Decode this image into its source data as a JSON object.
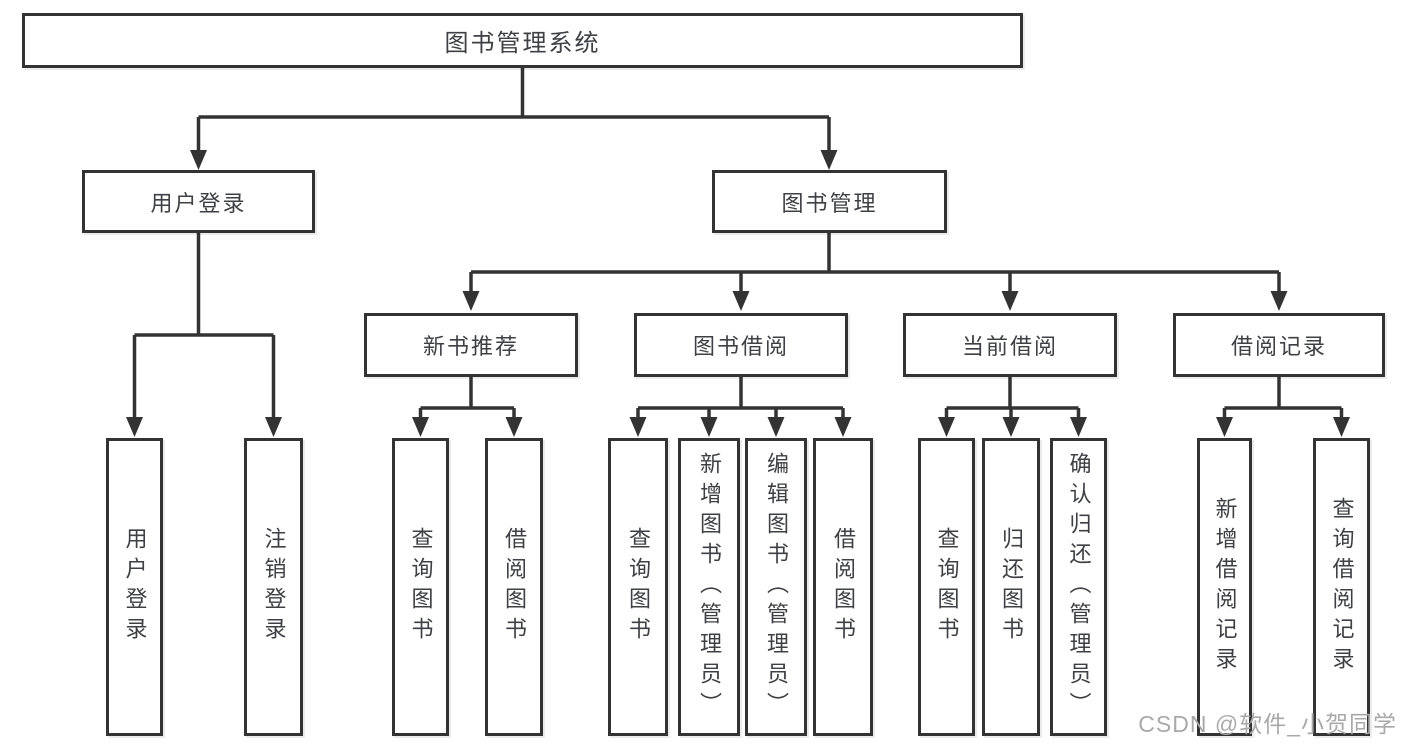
{
  "diagram": {
    "root": {
      "label": "图书管理系统"
    },
    "branches": [
      {
        "label": "用户登录",
        "children": [
          {
            "label": "用户登录"
          },
          {
            "label": "注销登录"
          }
        ]
      },
      {
        "label": "图书管理",
        "children": [
          {
            "label": "新书推荐",
            "children": [
              {
                "label": "查询图书"
              },
              {
                "label": "借阅图书"
              }
            ]
          },
          {
            "label": "图书借阅",
            "children": [
              {
                "label": "查询图书"
              },
              {
                "label": "新增图书（管理员）"
              },
              {
                "label": "编辑图书（管理员）"
              },
              {
                "label": "借阅图书"
              }
            ]
          },
          {
            "label": "当前借阅",
            "children": [
              {
                "label": "查询图书"
              },
              {
                "label": "归还图书"
              },
              {
                "label": "确认归还（管理员）"
              }
            ]
          },
          {
            "label": "借阅记录",
            "children": [
              {
                "label": "新增借阅记录"
              },
              {
                "label": "查询借阅记录"
              }
            ]
          }
        ]
      }
    ]
  },
  "watermark": {
    "text": "CSDN @软件_小贺同学"
  },
  "colors": {
    "line": "#333333",
    "text": "#3f4045",
    "background": "#ffffff",
    "box-fill": "#ffffff",
    "watermark": "#a9a9a9"
  }
}
